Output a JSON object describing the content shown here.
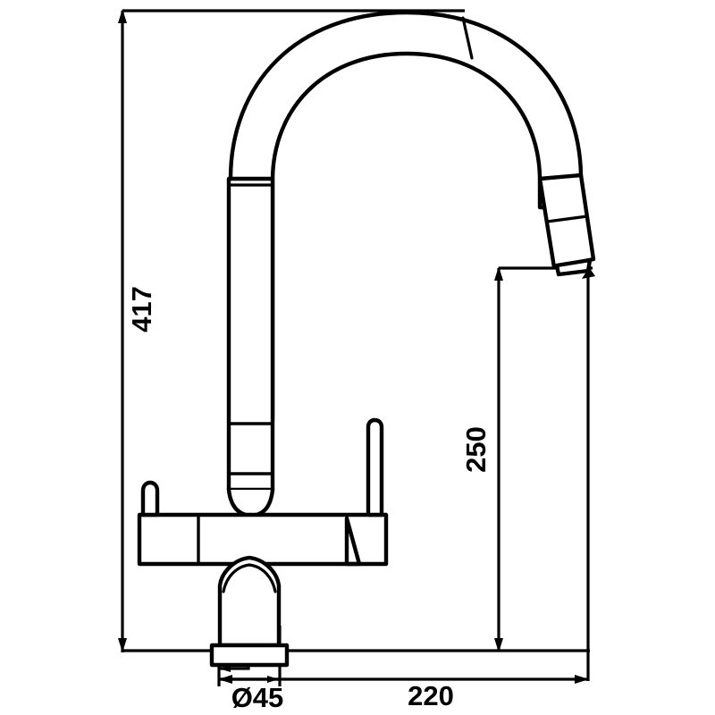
{
  "drawing": {
    "type": "technical-dimension-drawing",
    "subject": "kitchen-mixer-tap-gooseneck",
    "view": "front-elevation",
    "background_color": "#ffffff",
    "line_color": "#000000",
    "units": "mm"
  },
  "dimensions": {
    "height": {
      "label": "417",
      "orientation": "vertical",
      "rotation_deg": -90,
      "name": "overall-height"
    },
    "spout_height": {
      "label": "250",
      "orientation": "vertical",
      "rotation_deg": -90,
      "name": "spout-outlet-height"
    },
    "base_diameter": {
      "label": "Ø45",
      "orientation": "horizontal",
      "name": "base-diameter"
    },
    "reach": {
      "label": "220",
      "orientation": "horizontal",
      "name": "spout-reach"
    }
  }
}
